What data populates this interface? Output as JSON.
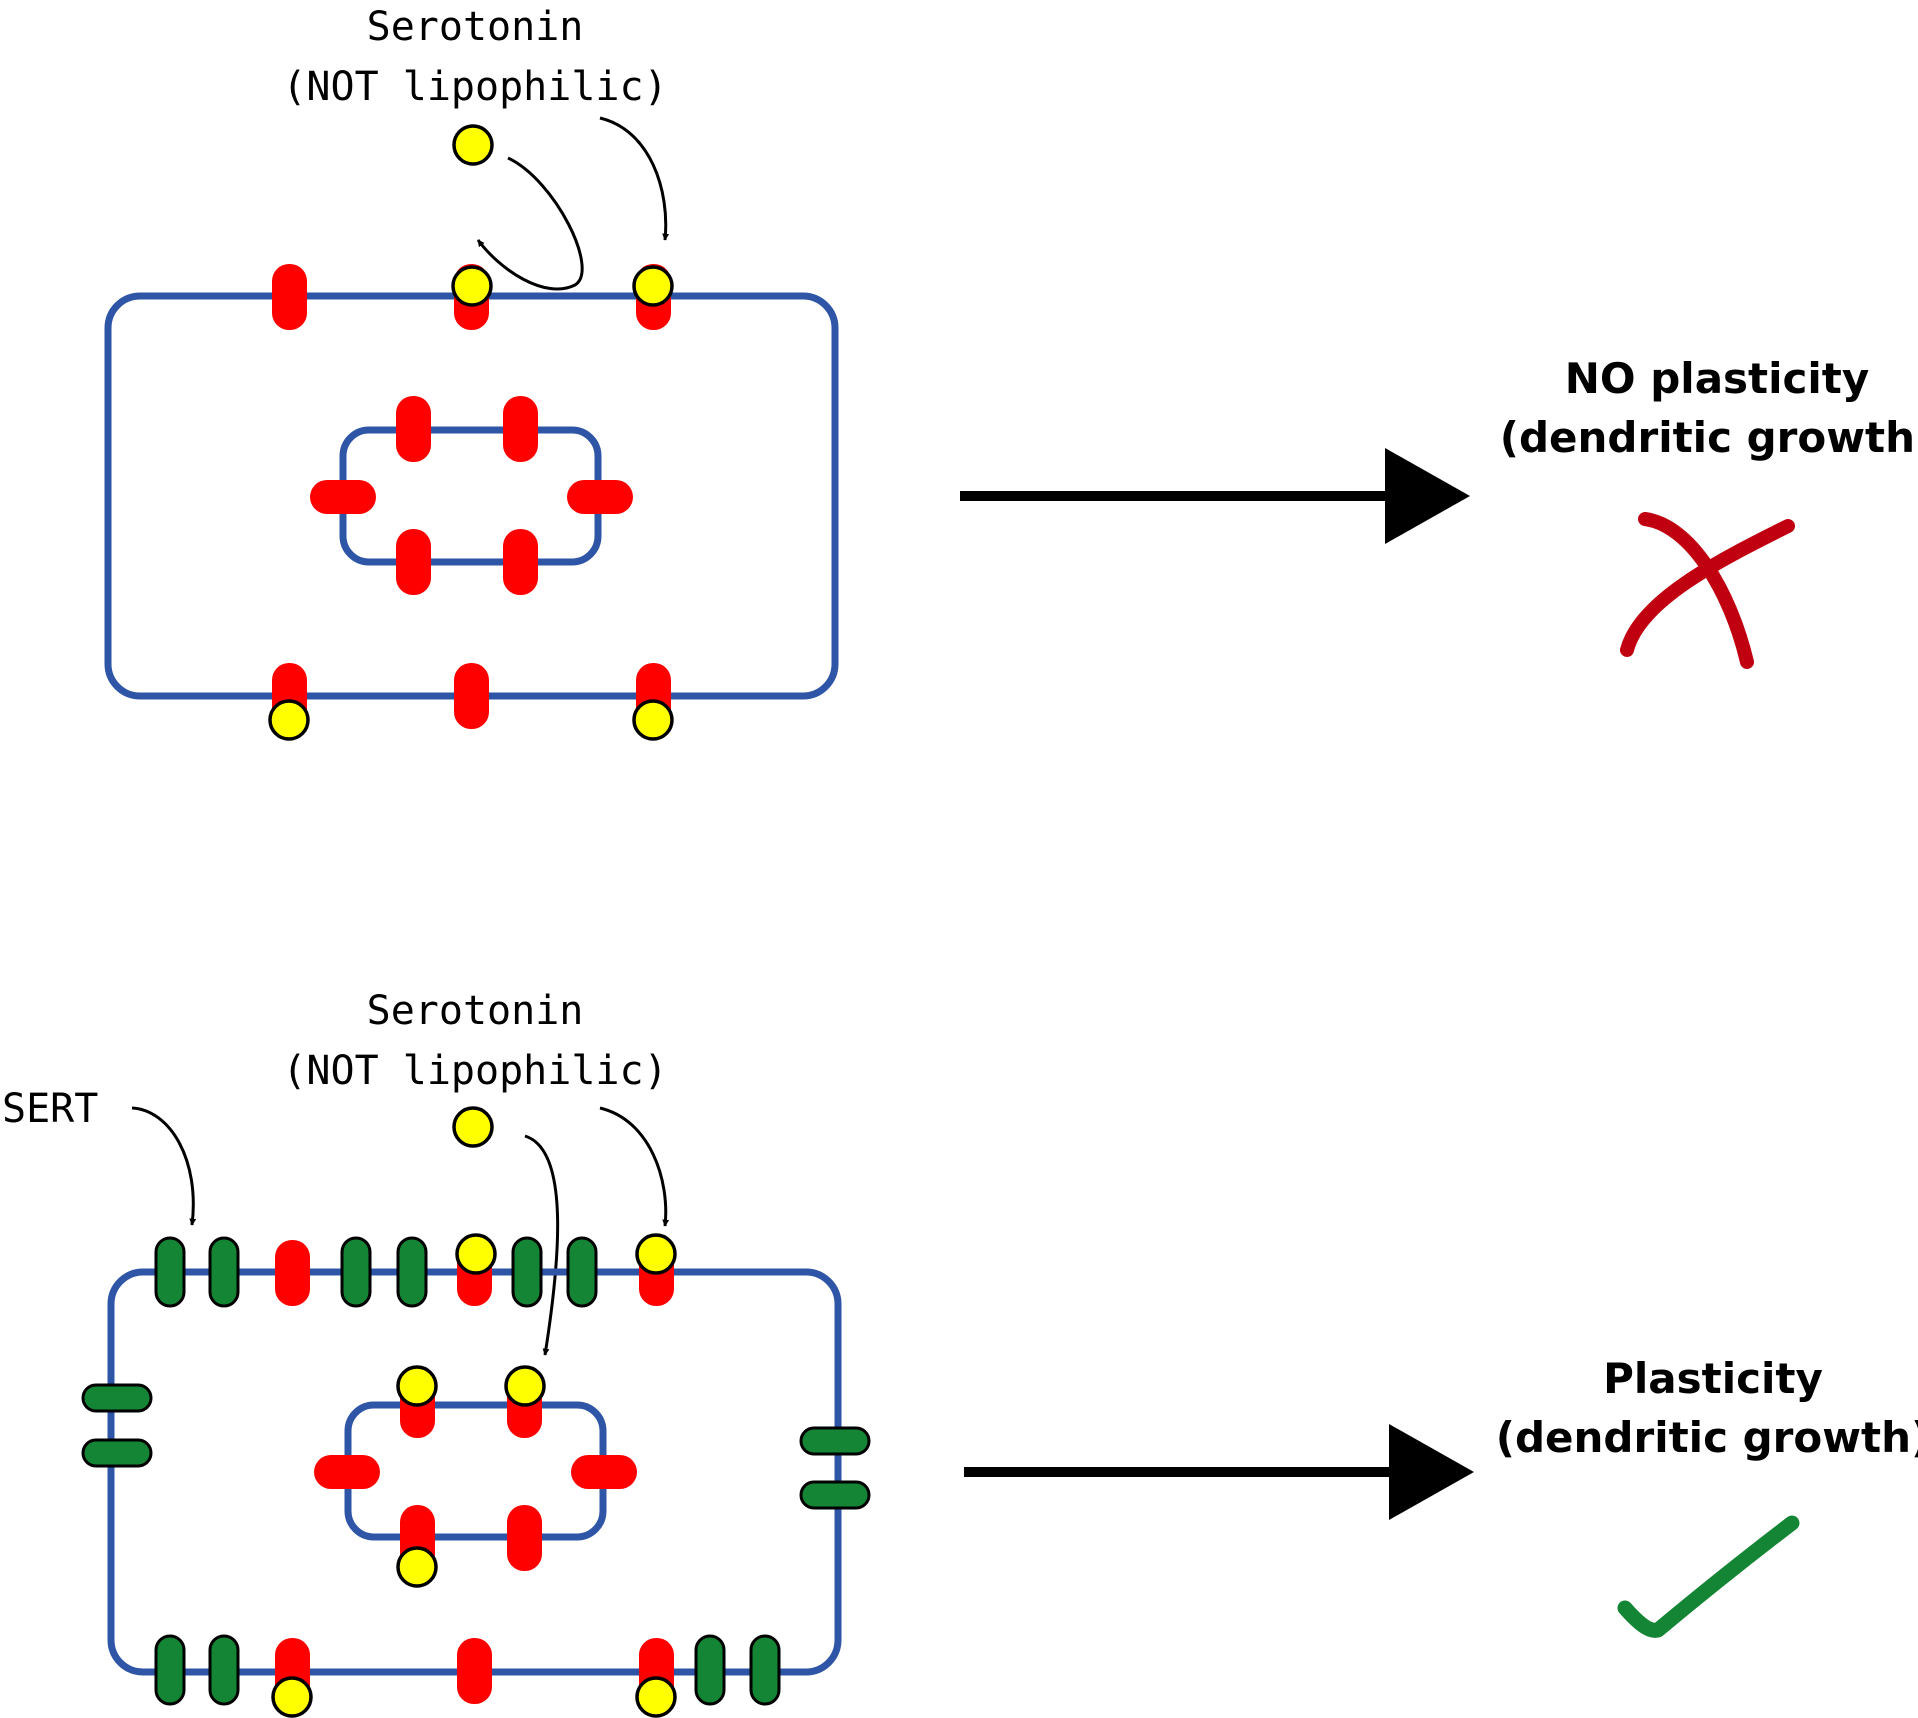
{
  "colors": {
    "membrane": "#2e55a6",
    "receptor": "#ff0000",
    "serotonin": "#ffff00",
    "sert": "#138535",
    "cross": "#c00010",
    "check": "#138535",
    "arrow": "#000000"
  },
  "panel_top": {
    "serotonin_label": "Serotonin",
    "lipophilic_label": "(NOT lipophilic)",
    "result_line1": "NO plasticity",
    "result_line2": "(dendritic growth)",
    "result_icon": "cross-icon"
  },
  "panel_bottom": {
    "sert_label": "SERT",
    "serotonin_label": "Serotonin",
    "lipophilic_label": "(NOT lipophilic)",
    "result_line1": "Plasticity",
    "result_line2": "(dendritic growth)",
    "result_icon": "check-icon"
  }
}
